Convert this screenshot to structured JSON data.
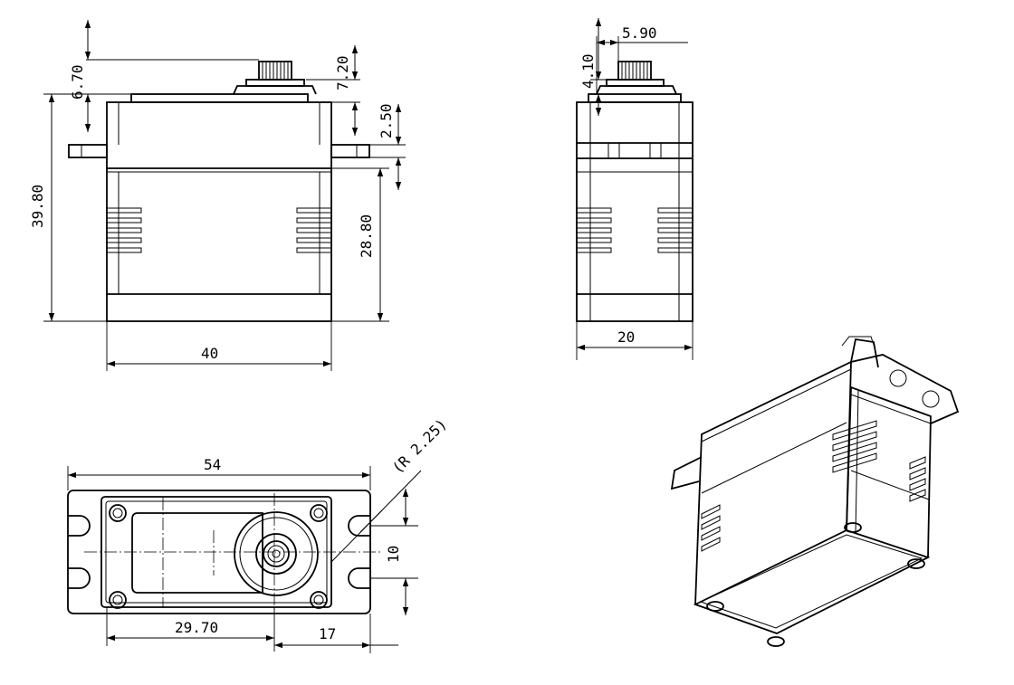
{
  "dimensions": {
    "front_horn_height": "6.70",
    "front_horn_top": "7.20",
    "front_flange_thickness": "2.50",
    "front_total_height": "39.80",
    "front_body_height": "28.80",
    "front_width": "40",
    "side_spline_width": "5.90",
    "side_spline_height": "4.10",
    "side_width": "20",
    "top_length": "54",
    "top_hole_radius": "(R 2.25)",
    "top_hole_spacing": "10",
    "top_output_offset": "29.70",
    "top_output_center": "17"
  },
  "views": [
    "front-view",
    "side-view",
    "top-view",
    "isometric-view"
  ]
}
